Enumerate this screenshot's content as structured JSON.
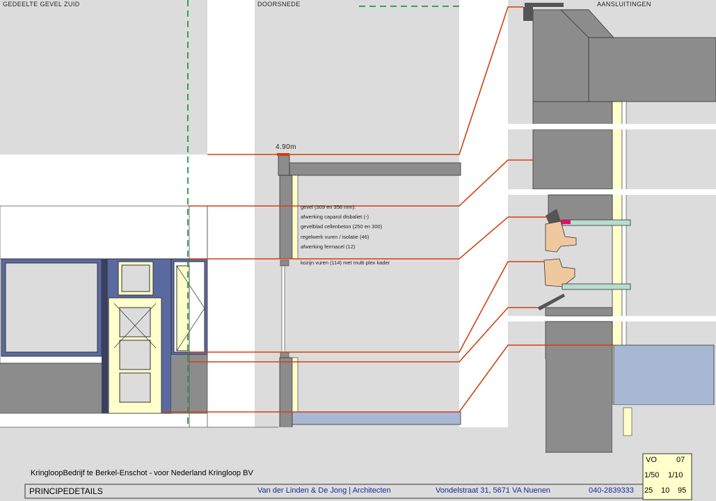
{
  "panels": {
    "elevation_title": "GEDEELTE GEVEL ZUID",
    "section_title": "DOORSNEDE",
    "details_title": "AANSLUITINGEN"
  },
  "section": {
    "level_label": "4.90m",
    "notes": [
      "gevel (309 en 356 mm):",
      "afwerking caparol disbaliet (-)",
      "gevelblad cellenbeton (250 en 300)",
      "regelwerk vuren / isolatie (46)",
      "afwerking fermacel (12)",
      "kozijn vuren (114) met multi plex kader"
    ]
  },
  "titleblock": {
    "project": "KringloopBedrijf te Berkel-Enschot - voor Nederland Kringloop BV",
    "drawing_title": "PRINCIPEDETAILS",
    "office": "Van der Linden & De Jong  |  Architecten",
    "address": "Vondelstraat 31, 5671 VA  Nuenen",
    "phone": "040-2839333",
    "code": "VO",
    "sheet": "07",
    "scale1": "1/50",
    "scale2": "1/10",
    "date_d": "25",
    "date_m": "10",
    "date_y": "95"
  },
  "colors": {
    "panel_gray": "#dcdcdc",
    "wall_gray": "#8c8c8c",
    "dark_gray": "#6e6e6e",
    "insulation_yellow": "#ffffcc",
    "frame_blue": "#5a6aa0",
    "glass_blue": "#a8b8d4",
    "leader_red": "#d04010",
    "timber_tan": "#f0c8a0",
    "sill_green": "#b8dcd0",
    "dash_green": "#1a9a4a"
  }
}
